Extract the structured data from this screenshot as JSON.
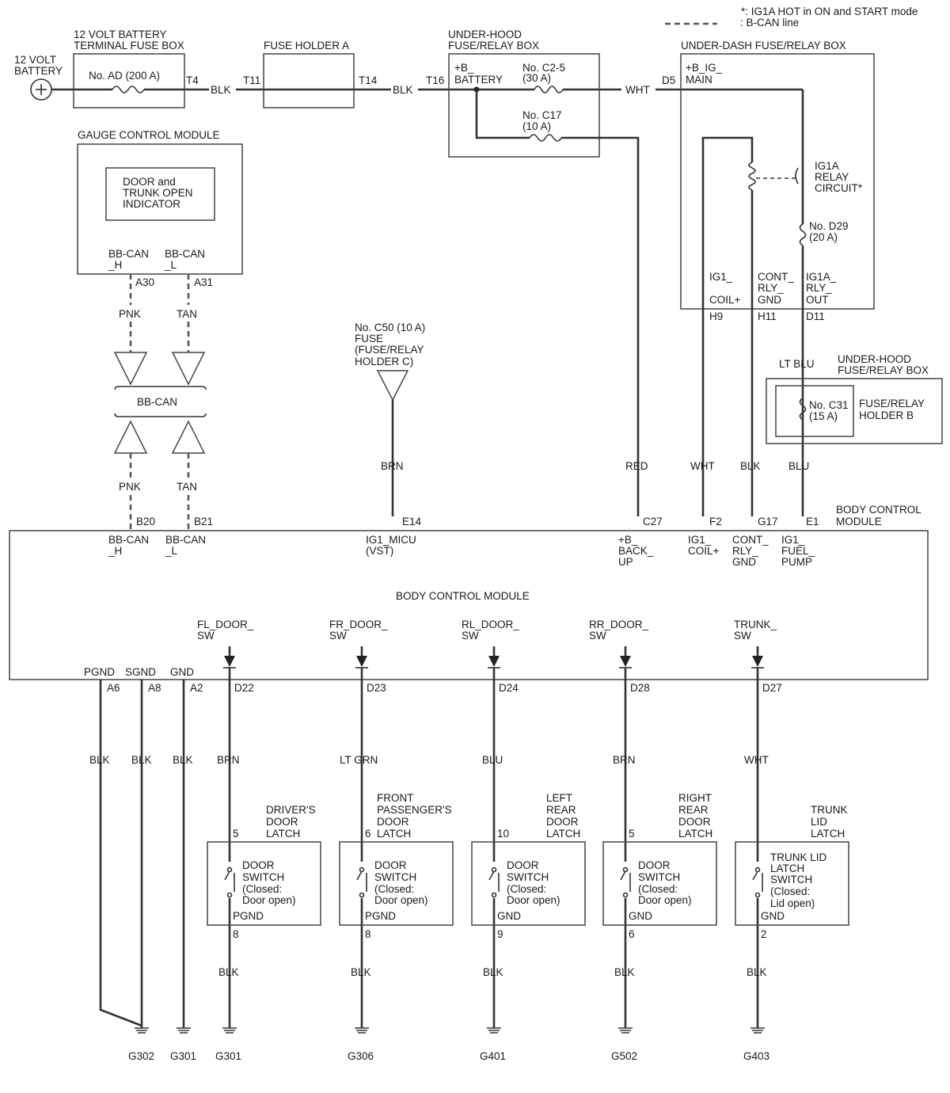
{
  "legend": {
    "note": "*: IG1A HOT in ON and START mode",
    "bcan": ": B-CAN line"
  },
  "battery": {
    "l1": "12 VOLT",
    "l2": "BATTERY"
  },
  "term_box": {
    "l1": "12 VOLT BATTERY",
    "l2": "TERMINAL FUSE BOX",
    "fuse": "No. AD (200 A)",
    "pin": "T4"
  },
  "fuse_a": {
    "title": "FUSE HOLDER A",
    "pin_in": "T11",
    "pin_out": "T14"
  },
  "uh_box": {
    "l1": "UNDER-HOOD",
    "l2": "FUSE/RELAY BOX",
    "pin": "T16",
    "bat1": "+B_",
    "bat2": "BATTERY",
    "f1a": "No. C2-5",
    "f1b": "(30 A)",
    "f2a": "No. C17",
    "f2b": "(10 A)"
  },
  "ud_box": {
    "title": "UNDER-DASH FUSE/RELAY BOX",
    "pin": "D5",
    "ig1": "+B_IG_",
    "ig2": "MAIN",
    "r1": "IG1A",
    "r2": "RELAY",
    "r3": "CIRCUIT*",
    "fa": "No. D29",
    "fb": "(20 A)",
    "c1a": "IG1_",
    "c1b": "COIL+",
    "c2a": "CONT_",
    "c2b": "RLY_",
    "c2c": "GND",
    "c3a": "IG1A_",
    "c3b": "RLY_",
    "c3c": "OUT",
    "p1": "H9",
    "p2": "H11",
    "p3": "D11"
  },
  "gauge": {
    "title": "GAUGE CONTROL MODULE",
    "ind1": "DOOR and",
    "ind2": "TRUNK OPEN",
    "ind3": "INDICATOR",
    "h1": "BB-CAN",
    "h2": "_H",
    "l1": "BB-CAN",
    "l2": "_L",
    "ph": "A30",
    "pl": "A31"
  },
  "bbcan": {
    "label": "BB-CAN",
    "pnk": "PNK",
    "tan": "TAN"
  },
  "c50": {
    "l1": "No. C50 (10 A)",
    "l2": "FUSE",
    "l3": "(FUSE/RELAY",
    "l4": "HOLDER C)"
  },
  "holder_b": {
    "l1": "UNDER-HOOD",
    "l2": "FUSE/RELAY BOX",
    "fa": "No. C31",
    "fb": "(15 A)",
    "h1": "FUSE/RELAY",
    "h2": "HOLDER B"
  },
  "wires": {
    "blk": "BLK",
    "wht": "WHT",
    "red": "RED",
    "brn": "BRN",
    "blu": "BLU",
    "ltblu": "LT BLU",
    "ltgrn": "LT GRN"
  },
  "bcm": {
    "title1": "BODY CONTROL",
    "title2": "MODULE",
    "center": "BODY CONTROL MODULE",
    "pins": {
      "b20": "B20",
      "b21": "B21",
      "e14": "E14",
      "c27": "C27",
      "f2": "F2",
      "g17": "G17",
      "e1": "E1",
      "a6": "A6",
      "a8": "A8",
      "a2": "A2",
      "d22": "D22",
      "d23": "D23",
      "d24": "D24",
      "d28": "D28",
      "d27": "D27"
    },
    "t_can_h1": "BB-CAN",
    "t_can_h2": "_H",
    "t_can_l1": "BB-CAN",
    "t_can_l2": "_L",
    "micu1": "IG1_MICU",
    "micu2": "(VST)",
    "bk1": "+B_",
    "bk2": "BACK_",
    "bk3": "UP",
    "coil1": "IG1_",
    "coil2": "COIL+",
    "cont1": "CONT_",
    "cont2": "RLY_",
    "cont3": "GND",
    "fp1": "IG1_",
    "fp2": "FUEL_",
    "fp3": "PUMP",
    "pgnd": "PGND",
    "sgnd": "SGND",
    "gnd": "GND",
    "sw": [
      {
        "l1": "FL_DOOR_",
        "l2": "SW"
      },
      {
        "l1": "FR_DOOR_",
        "l2": "SW"
      },
      {
        "l1": "RL_DOOR_",
        "l2": "SW"
      },
      {
        "l1": "RR_DOOR_",
        "l2": "SW"
      },
      {
        "l1": "TRUNK_",
        "l2": "SW"
      }
    ]
  },
  "latches": [
    {
      "t1": "",
      "t2": "DRIVER'S",
      "t3": "DOOR",
      "t4": "LATCH",
      "pin_top": "5",
      "s1": "DOOR",
      "s2": "SWITCH",
      "s3": "(Closed:",
      "s4": "Door open)",
      "s5": "",
      "gnd": "PGND",
      "pin_bot": "8",
      "ground": "G301",
      "color": "BRN"
    },
    {
      "t1": "FRONT",
      "t2": "PASSENGER'S",
      "t3": "DOOR",
      "t4": "LATCH",
      "pin_top": "6",
      "s1": "DOOR",
      "s2": "SWITCH",
      "s3": "(Closed:",
      "s4": "Door open)",
      "s5": "",
      "gnd": "PGND",
      "pin_bot": "8",
      "ground": "G306",
      "color": "LT GRN"
    },
    {
      "t1": "LEFT",
      "t2": "REAR",
      "t3": "DOOR",
      "t4": "LATCH",
      "pin_top": "10",
      "s1": "DOOR",
      "s2": "SWITCH",
      "s3": "(Closed:",
      "s4": "Door open)",
      "s5": "",
      "gnd": "GND",
      "pin_bot": "9",
      "ground": "G401",
      "color": "BLU"
    },
    {
      "t1": "RIGHT",
      "t2": "REAR",
      "t3": "DOOR",
      "t4": "LATCH",
      "pin_top": "5",
      "s1": "DOOR",
      "s2": "SWITCH",
      "s3": "(Closed:",
      "s4": "Door open)",
      "s5": "",
      "gnd": "GND",
      "pin_bot": "6",
      "ground": "G502",
      "color": "BRN"
    },
    {
      "t1": "",
      "t2": "TRUNK",
      "t3": "LID",
      "t4": "LATCH",
      "pin_top": "",
      "s1": "TRUNK LID",
      "s2": "LATCH",
      "s3": "SWITCH",
      "s4": "(Closed:",
      "s5": "Lid open)",
      "gnd": "GND",
      "pin_bot": "2",
      "ground": "G403",
      "color": "WHT"
    }
  ],
  "grounds": {
    "g302": "G302",
    "g301": "G301"
  }
}
